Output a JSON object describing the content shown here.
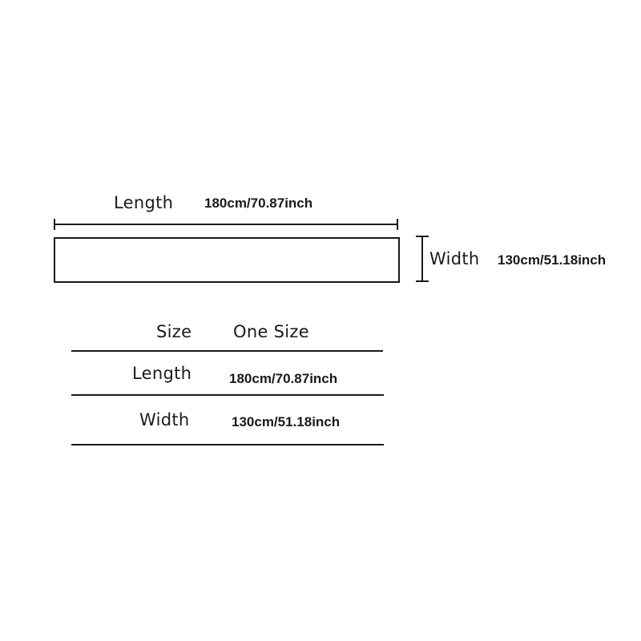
{
  "diagram": {
    "length": {
      "label": "Length",
      "value": "180cm/70.87inch"
    },
    "width": {
      "label": "Width",
      "value": "130cm/51.18inch"
    }
  },
  "size_table": {
    "header": {
      "label": "Size",
      "value": "One Size"
    },
    "rows": [
      {
        "label": "Length",
        "value": "180cm/70.87inch"
      },
      {
        "label": "Width",
        "value": "130cm/51.18inch"
      }
    ]
  },
  "colors": {
    "ink": "#1a1a1a",
    "background": "#ffffff"
  }
}
